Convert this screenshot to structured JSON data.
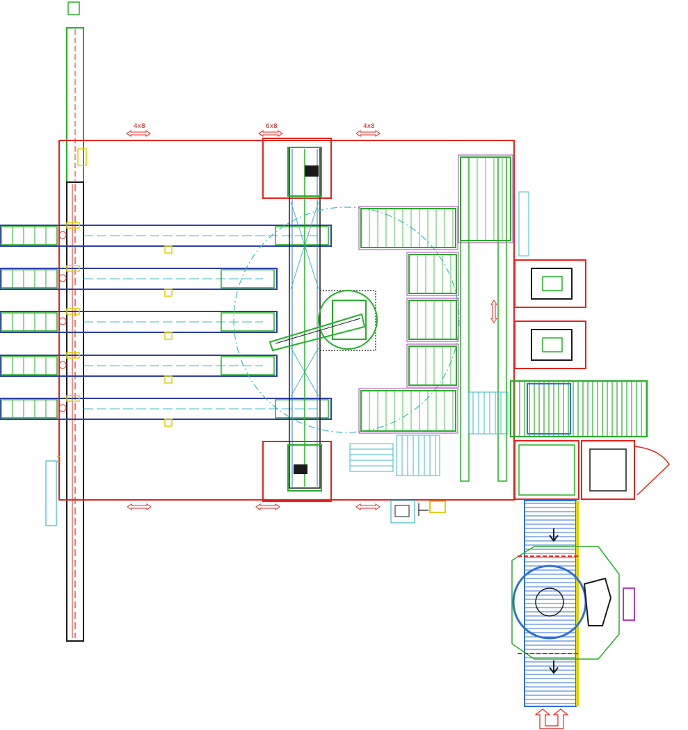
{
  "labels": {
    "gate_top_left": "4x8",
    "gate_top_mid": "6x8",
    "gate_top_right": "4x8",
    "side_label": "Y 1"
  },
  "colors": {
    "wall": "#e8221b",
    "conveyor": "#2b3fa6",
    "green": "#23b026",
    "blue": "#2f6fd8",
    "cyan": "#3cb9c9",
    "magenta": "#b23cc0",
    "yellow": "#e0d200",
    "black": "#1a1a1a"
  }
}
